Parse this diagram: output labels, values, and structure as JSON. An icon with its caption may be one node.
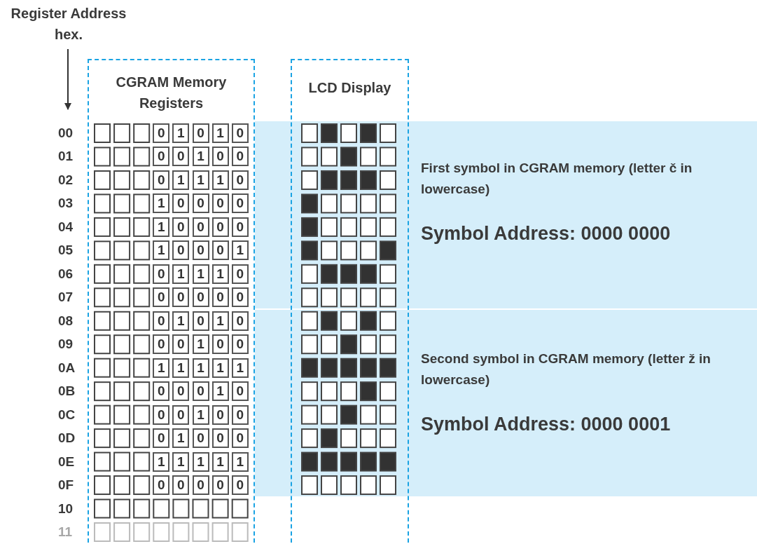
{
  "diagram": {
    "nodes": [
      {
        "text": [
          "CGRAM Memory Registers"
        ]
      },
      {
        "text": [
          "LCD Display"
        ]
      },
      {
        "text": [
          "First symbol in  CGRAM memory (letter č in lowercase)",
          "Symbol Address: 0000 0000"
        ]
      },
      {
        "text": [
          "Second symbol in  CGRAM memory (letter ž in lowercase)",
          "Symbol Address: 0000 0001"
        ]
      }
    ],
    "labels": [
      "Register Address hex.",
      "00",
      "0",
      "1",
      "0",
      "1",
      "0",
      "01",
      "0",
      "0",
      "1",
      "0",
      "0",
      "02",
      "0",
      "1",
      "1",
      "1",
      "0",
      "03",
      "1",
      "0",
      "0",
      "0",
      "0",
      "04",
      "1",
      "0",
      "0",
      "0",
      "0",
      "05",
      "1",
      "0",
      "0",
      "0",
      "1",
      "06",
      "0",
      "1",
      "1",
      "1",
      "0",
      "07",
      "0",
      "0",
      "0",
      "0",
      "0",
      "08",
      "0",
      "1",
      "0",
      "1",
      "0",
      "09",
      "0",
      "0",
      "1",
      "0",
      "0",
      "0A",
      "1",
      "1",
      "1",
      "1",
      "1",
      "0B",
      "0",
      "0",
      "0",
      "1",
      "0",
      "0C",
      "0",
      "0",
      "1",
      "0",
      "0",
      "0D",
      "0",
      "1",
      "0",
      "0",
      "0",
      "0E",
      "1",
      "1",
      "1",
      "1",
      "1",
      "0F",
      "0",
      "0",
      "0",
      "0",
      "0",
      "10",
      "11"
    ]
  }
}
